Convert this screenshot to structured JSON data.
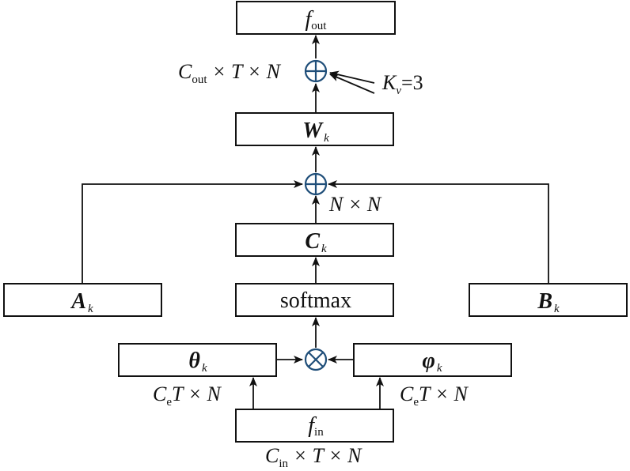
{
  "boxes": {
    "f_out": {
      "main": "f",
      "sub": "out"
    },
    "W_k": {
      "main": "W",
      "sub": "k"
    },
    "C_k": {
      "main": "C",
      "sub": "k"
    },
    "A_k": {
      "main": "A",
      "sub": "k"
    },
    "softmax": {
      "text": "softmax"
    },
    "B_k": {
      "main": "B",
      "sub": "k"
    },
    "theta_k": {
      "main": "θ",
      "sub": "k"
    },
    "phi_k": {
      "main": "φ",
      "sub": "k"
    },
    "f_in": {
      "main": "f",
      "sub": "in"
    }
  },
  "labels": {
    "cout_dim": {
      "c": "C",
      "sub": "out",
      "rest": " × T × N"
    },
    "kv": {
      "k": "K",
      "sub": "v",
      "rest": "=3"
    },
    "nn_dim": {
      "text": "N × N"
    },
    "ce_left": {
      "c": "C",
      "sub": "e",
      "rest": "T × N"
    },
    "ce_right": {
      "c": "C",
      "sub": "e",
      "rest": "T × N"
    },
    "cin_dim": {
      "c": "C",
      "sub": "in",
      "rest": " × T × N"
    }
  },
  "nodes": {
    "add_top": "plus-circle",
    "add_mid": "plus-circle",
    "mult": "times-circle"
  }
}
